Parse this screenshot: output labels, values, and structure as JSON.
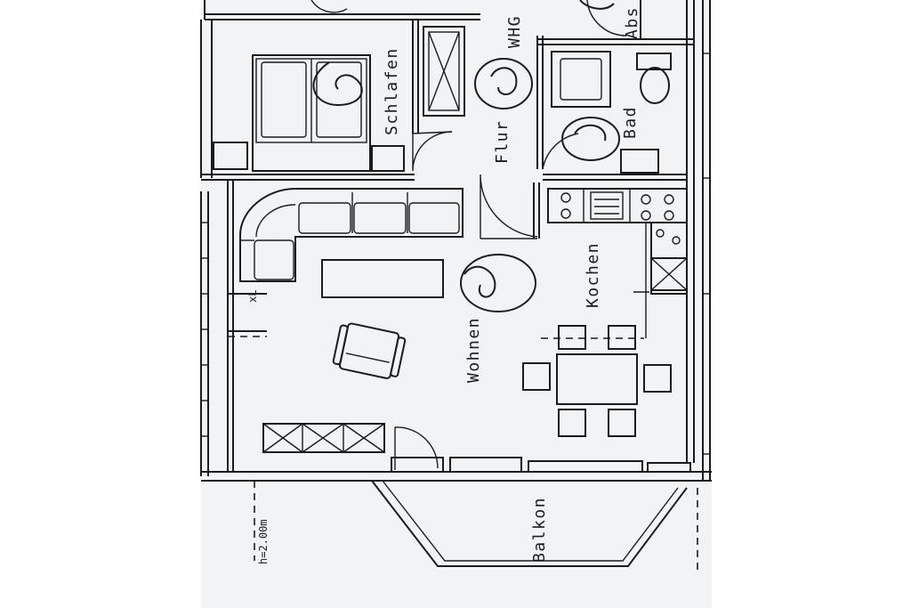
{
  "rooms": {
    "schlafen": "Schlafen",
    "flur": "Flur",
    "whg": "WHG",
    "abs": "Abs",
    "bad": "Bad",
    "kochen": "Kochen",
    "wohnen": "Wohnen",
    "balkon": "Balkon"
  },
  "annotations": {
    "height_note": "h=2.00m",
    "wall_mark": "xL"
  },
  "colors": {
    "paper": "#f1f3f5",
    "ink": "#1b1b1b"
  }
}
